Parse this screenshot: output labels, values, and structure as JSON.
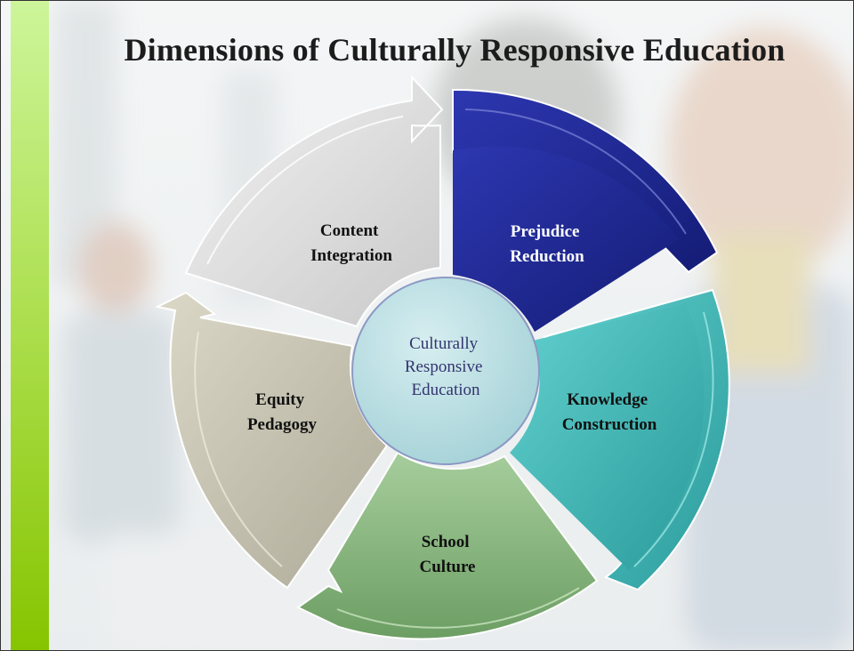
{
  "slide": {
    "title": "Dimensions of Culturally Responsive Education",
    "accent_color": "#9dd33a"
  },
  "cycle": {
    "center": {
      "lines": [
        "Culturally",
        "Responsive",
        "Education"
      ],
      "fill": "#b6dde2",
      "text_color": "#34346e"
    },
    "segments": [
      {
        "id": "prejudice-reduction",
        "lines": [
          "Prejudice",
          "Reduction"
        ],
        "fill": "#222a9a",
        "text_color": "#ffffff"
      },
      {
        "id": "knowledge-construction",
        "lines": [
          "Knowledge",
          "Construction"
        ],
        "fill": "#47bcbb",
        "text_color": "#111111"
      },
      {
        "id": "school-culture",
        "lines": [
          "School",
          "Culture"
        ],
        "fill": "#86b57c",
        "text_color": "#111111"
      },
      {
        "id": "equity-pedagogy",
        "lines": [
          "Equity",
          "Pedagogy"
        ],
        "fill": "#c9c5b4",
        "text_color": "#111111"
      },
      {
        "id": "content-integration",
        "lines": [
          "Content",
          "Integration"
        ],
        "fill": "#e3e3e3",
        "text_color": "#111111"
      }
    ]
  }
}
